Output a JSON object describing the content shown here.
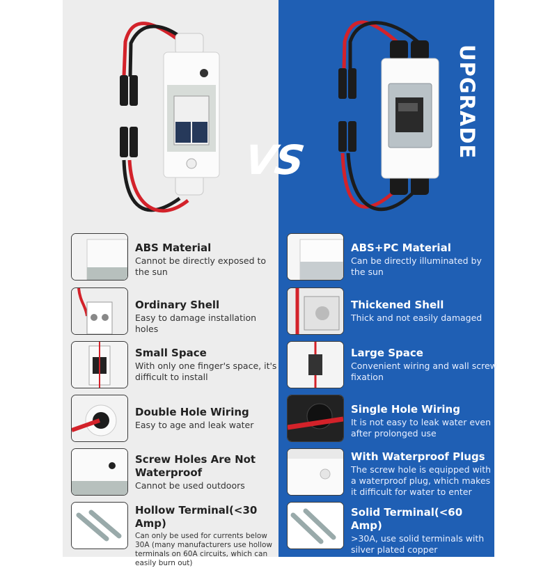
{
  "vs_label": "VS",
  "upgrade_label": "UPGRADE",
  "colors": {
    "left_panel": "#ededed",
    "right_panel": "#1f5fb4",
    "accent_blue": "#1f5fb4",
    "cable_red": "#d3222a",
    "cable_black": "#1c1c1c"
  },
  "left_items": [
    {
      "title": "ABS Material",
      "desc": "Cannot be directly exposed to the sun",
      "thumb_icon": "abs-shell-photo-icon"
    },
    {
      "title": "Ordinary Shell",
      "desc": "Easy to damage installation holes",
      "thumb_icon": "ordinary-shell-photo-icon"
    },
    {
      "title": "Small Space",
      "desc": "With only one finger's space, it's difficult to install",
      "thumb_icon": "small-space-photo-icon"
    },
    {
      "title": "Double Hole Wiring",
      "desc": "Easy to age and leak water",
      "thumb_icon": "double-hole-photo-icon"
    },
    {
      "title": "Screw Holes Are Not Waterproof",
      "desc": "Cannot be used outdoors",
      "thumb_icon": "screw-hole-photo-icon"
    },
    {
      "title": "Hollow Terminal(<30 Amp)",
      "desc": "Can only be used for currents below 30A (many manufacturers use hollow terminals on 60A circuits, which can easily burn out)",
      "thumb_icon": "hollow-terminal-photo-icon"
    }
  ],
  "right_items": [
    {
      "title": "ABS+PC Material",
      "desc": "Can be directly illuminated by the sun",
      "thumb_icon": "abs-pc-shell-photo-icon"
    },
    {
      "title": "Thickened Shell",
      "desc": "Thick and not easily damaged",
      "thumb_icon": "thickened-shell-photo-icon"
    },
    {
      "title": "Large Space",
      "desc": "Convenient wiring and wall screw fixation",
      "thumb_icon": "large-space-photo-icon"
    },
    {
      "title": "Single Hole Wiring",
      "desc": "It is not easy to leak water even after prolonged use",
      "thumb_icon": "single-hole-photo-icon"
    },
    {
      "title": "With Waterproof Plugs",
      "desc": "The screw hole is equipped with a waterproof plug, which makes it difficult for water to enter",
      "thumb_icon": "waterproof-plug-photo-icon"
    },
    {
      "title": "Solid Terminal(<60 Amp)",
      "desc": ">30A, use solid terminals with silver plated copper",
      "thumb_icon": "solid-terminal-photo-icon"
    }
  ]
}
